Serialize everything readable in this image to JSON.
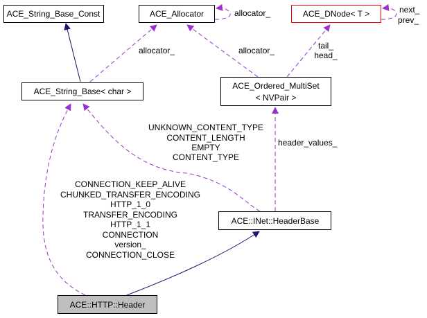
{
  "nodes": {
    "string_base_const": "ACE_String_Base_Const",
    "allocator": "ACE_Allocator",
    "dnode": "ACE_DNode< T >",
    "string_base": "ACE_String_Base< char >",
    "ordered_multiset_line1": "ACE_Ordered_MultiSet",
    "ordered_multiset_line2": "< NVPair >",
    "header_base": "ACE::INet::HeaderBase",
    "header": "ACE::HTTP::Header"
  },
  "edge_labels": {
    "allocator_self": "allocator_",
    "string_base_allocator": "allocator_",
    "multiset_allocator": "allocator_",
    "dnode_self": [
      "next_",
      "prev_"
    ],
    "multiset_dnode": [
      "tail_",
      "head_"
    ],
    "header_values": "header_values_",
    "headerbase_string_base": [
      "UNKNOWN_CONTENT_TYPE",
      "CONTENT_LENGTH",
      "EMPTY",
      "CONTENT_TYPE"
    ],
    "header_string_base": [
      "CONNECTION_KEEP_ALIVE",
      "CHUNKED_TRANSFER_ENCODING",
      "HTTP_1_0",
      "TRANSFER_ENCODING",
      "HTTP_1_1",
      "CONNECTION",
      "version_",
      "CONNECTION_CLOSE"
    ]
  },
  "colors": {
    "inheritance": "#191970",
    "usage": "#9a32cd",
    "current_node_fill": "#bfbfbf",
    "incomplete_node_border": "#ff0000"
  }
}
